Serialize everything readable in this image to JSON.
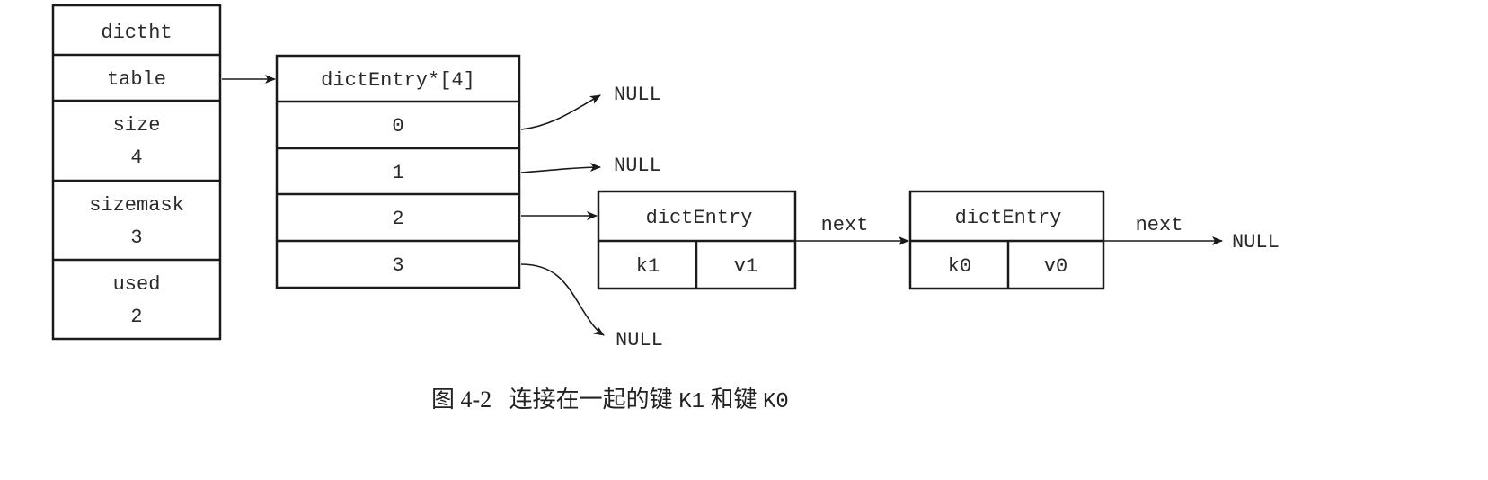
{
  "dictht": {
    "title": "dictht",
    "fields": [
      {
        "name": "table",
        "value": ""
      },
      {
        "name": "size",
        "value": "4"
      },
      {
        "name": "sizemask",
        "value": "3"
      },
      {
        "name": "used",
        "value": "2"
      }
    ]
  },
  "table_array": {
    "title": "dictEntry*[4]",
    "slots": [
      "0",
      "1",
      "2",
      "3"
    ]
  },
  "entries": [
    {
      "title": "dictEntry",
      "key": "k1",
      "value": "v1",
      "next_label": "next"
    },
    {
      "title": "dictEntry",
      "key": "k0",
      "value": "v0",
      "next_label": "next"
    }
  ],
  "null_labels": {
    "slot0": "NULL",
    "slot1": "NULL",
    "slot3": "NULL",
    "chain_end": "NULL"
  },
  "caption": {
    "figure": "图 4-2",
    "text_prefix": "连接在一起的键",
    "key1": "K1",
    "joiner": "和键",
    "key2": "K0"
  }
}
